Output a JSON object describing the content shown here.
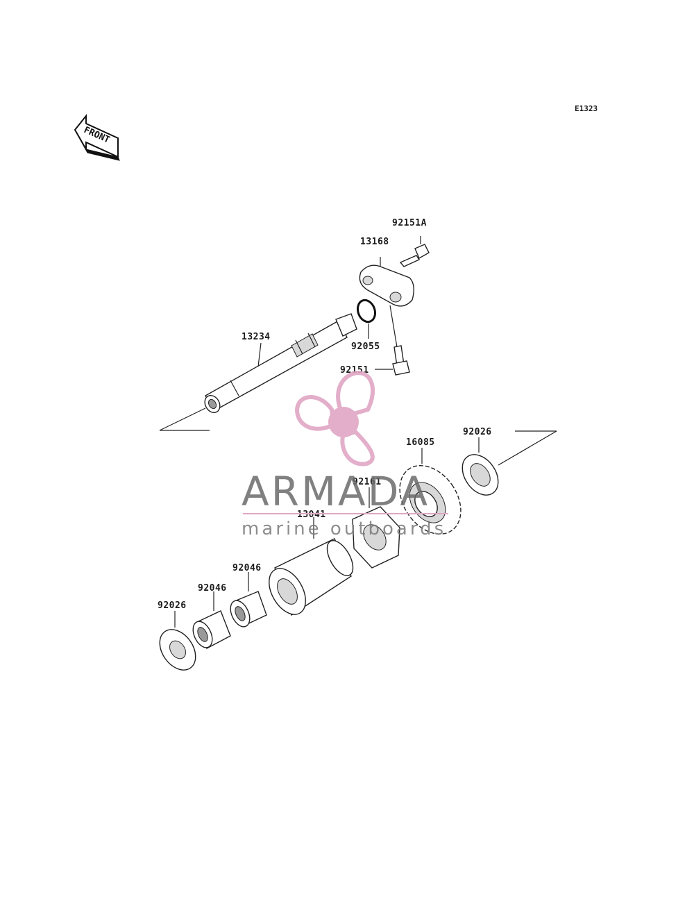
{
  "diagram_code": "E1323",
  "front_indicator": "FRONT",
  "watermark": {
    "title": "ARMADA",
    "subtitle": "marine outboards",
    "logo_color": "#e0a6c4",
    "title_color": "#6b6b6b"
  },
  "parts": {
    "p92151A": "92151A",
    "p13168": "13168",
    "p92055": "92055",
    "p92151": "92151",
    "p13234": "13234",
    "p92026_right": "92026",
    "p16085": "16085",
    "p92161": "92161",
    "p13041": "13041",
    "p92046_upper": "92046",
    "p92046_lower": "92046",
    "p92026_left": "92026"
  }
}
